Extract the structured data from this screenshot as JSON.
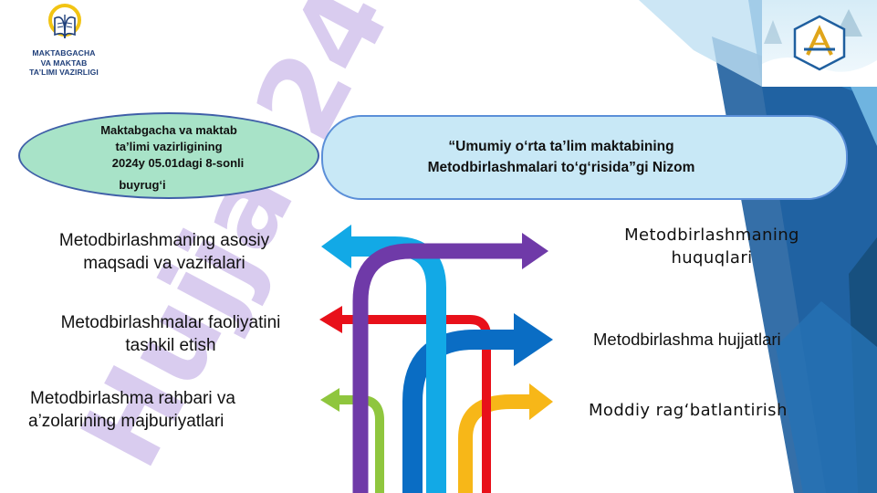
{
  "logo": {
    "icon_name": "ministry-book-emblem-icon",
    "line1": "MAKTABGACHA",
    "line2": "VA MAKTAB",
    "line3": "TA’LIMI VAZIRLIGI"
  },
  "top_right_logo": {
    "icon_name": "ministry-a-emblem-icon"
  },
  "watermark": {
    "text": "Hujjat24"
  },
  "oval": {
    "line1": "Maktabgacha va maktab",
    "line2": "ta’limi vazirligining",
    "line3": "2024y 05.01dagi 8-sonli",
    "line4": "buyrug‘i"
  },
  "title_box": {
    "line1": "“Umumiy o‘rta ta’lim maktabining",
    "line2": "Metodbirlashmalari to‘g‘risida”gi Nizom"
  },
  "left_items": [
    {
      "line1": "Metodbirlashmaning asosiy",
      "line2": "maqsadi  va vazifalari"
    },
    {
      "line1": "Metodbirlashmalar faoliyatini",
      "line2": "tashkil etish"
    },
    {
      "line1": "Metodbirlashma rahbari va",
      "line2": "a’zolarining majburiyatlari"
    }
  ],
  "right_items": [
    {
      "line1": "Metodbirlashmaning",
      "line2": "huquqlari"
    },
    {
      "line1": "Metodbirlashma hujjatlari"
    },
    {
      "line1": "Moddiy rag‘batlantirish"
    }
  ],
  "colors": {
    "oval_fill": "#a8e3c8",
    "oval_border": "#3f5fa8",
    "title_fill": "#c8e8f6",
    "title_border": "#5b8fd8",
    "arrow_blue": "#12a9e6",
    "arrow_purple": "#6f3aa8",
    "arrow_red": "#e8101a",
    "arrow_darkblue": "#0a6dc4",
    "arrow_green": "#8fc63e",
    "arrow_yellow": "#f7b718"
  }
}
